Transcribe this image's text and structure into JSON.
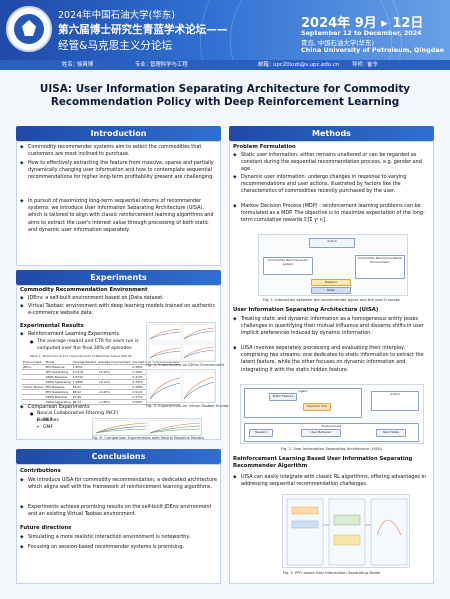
{
  "header": {
    "line1": "2024年中国石油大学(华东)",
    "line2": "第六届博士研究生青蓝学术论坛——",
    "line3": "经管&马克思主义分论坛",
    "date_main": "2024年 9月 ▸ 12日",
    "date_en": "September 12 to December, 2024",
    "venue_cn": "青岛, 中国石油大学(华东)",
    "venue_en": "China University of Petroleum, Qingdao"
  },
  "info_bar": {
    "name_label": "姓名：",
    "name": "徐爽博",
    "major_label": "专业：",
    "major": "管理科学与工程",
    "email_label": "邮箱：",
    "email": "upc20xub@s.upc.edu.cn",
    "advisor_label": "导师：",
    "advisor": "崔令"
  },
  "title": {
    "line1": "UISA: User Information Separating Architecture for Commodity",
    "line2": "Recommendation Policy with Deep Reinforcement Learning"
  },
  "introduction": {
    "heading": "Introduction",
    "bullets": [
      "Commodity recommender systems aim to select the commodities that customers are most inclined to purchase.",
      "How to effectively extracting the feature from massive, sparse and partially dynamically changing user information and how to contemplate sequential recommendations for higher long-term profitability present are challenging.",
      "In pursuit of maximizing long-term sequential returns of recommender systems, we introduce User Information Separating Architecture (UISA), which is tailored to align with classic reinforcement learning algorithms and aims to extract the user's interest value through processing of both static and dynamic user information separately."
    ]
  },
  "experiments": {
    "heading": "Experiments",
    "env_title": "Commodity Recommendation Environment",
    "env_bullets": [
      "JDEnv: a self-built environment based on JData dataset.",
      "Virtual Taobao: environment with deep learning models trained on authentic e-commerce website data."
    ],
    "results_title": "Experimental Results",
    "results_bullets": [
      "Reinforcement Learning Experiments.",
      "Comparison Experiments"
    ],
    "results_sub": "The average reward and CTR for each run is computed over the final 30% of episodes",
    "comparison_sub": "Neural Collaborative Filtering (NCF) Baselines",
    "comparison_items": [
      "MLP",
      "GMF"
    ],
    "table_title": "Table 1. Performance and improvements of Baselines based with RL",
    "table_header": [
      "Environment",
      "Model",
      "Average Reward",
      "Average Improvement",
      "Average CTR",
      "CTR Improvement"
    ],
    "table_rows": [
      [
        "JDEnv",
        "PPO Baseline",
        "1.9051",
        "-",
        "0.3851",
        "-"
      ],
      [
        "",
        "PPO Separating",
        "2.0178",
        "+5.92%",
        "0.4062",
        "+5.48%"
      ],
      [
        "",
        "DDPG Baseline",
        "1.8744",
        "-",
        "0.3703",
        "-"
      ],
      [
        "",
        "DDPG Separating",
        "1.9890",
        "+6.11%",
        "0.3954",
        "+6.78%"
      ],
      [
        "Virtual Taobao",
        "PPO Baseline",
        "64.05",
        "-",
        "0.4860",
        "-"
      ],
      [
        "",
        "PPO Separating",
        "68.02",
        "+6.20%",
        "0.5121",
        "+5.37%"
      ],
      [
        "",
        "DDPG Baseline",
        "61.88",
        "-",
        "0.4710",
        "-"
      ],
      [
        "",
        "DDPG Separating",
        "66.74",
        "+7.85%",
        "0.5007",
        "+6.31%"
      ]
    ],
    "fig4_cap": "Fig. 4. Experiments on JDEnv Environment",
    "fig5_cap": "Fig. 5. Experiments on Virtual Taobao Environment",
    "fig6_cap": "Fig. 6. Comparison Experiments with Neural Baseline Models"
  },
  "conclusions": {
    "heading": "Conclusions",
    "contrib_title": "Contributions",
    "contrib_bullets": [
      "We introduce UISA for commodity recommendation, a dedicated architecture which aligns well with the framework of reinforcement learning algorithms.",
      "Experiments achieve promising results on the self-built JDEnv environment and an existing Virtual Taobao environment."
    ],
    "future_title": "Future directions",
    "future_bullets": [
      "Simulating a more realistic interaction environment is noteworthy.",
      "Focusing on session-based recommender systems is promising."
    ]
  },
  "methods": {
    "heading": "Methods",
    "problem_title": "Problem Formulation",
    "problem_bullets": [
      "Static user information: either remains unaltered or can be regarded as constant during the sequential recommendation process, e.g. gender and age.",
      "Dynamic user information: undergo changes in response to varying recommendations and user actions, illustrated by factors like the characteristics of commodities recently purchased by the user.",
      "Markov Decision Process (MDP) : reinforcement learning problems can be formulated as a MDP. The objective is to maximize expectation of the long-term cumulative rewards 𝔼[Σ γᵗ rₜ]."
    ],
    "fig1_cap": "Fig. 1. Interaction between the recommender agent and the user it serves",
    "fig1_nodes": [
      "Commodity Recommender system",
      "Commodity Recommendation Environment",
      "Action",
      "Reward",
      "State"
    ],
    "uisa_title": "User Information Separating Architecture (UISA)",
    "uisa_bullets": [
      "Treating static and dynamic information as a homogeneous entity poses challenges in quantifying their mutual influence and discerns shifts in user implicit preferences induced by dynamic information.",
      "UISA involves separately processing and evaluating their interplay, comprising two streams: one dedicates to static information to extract the latent feature, while the other focuses on dynamic information and integrating it with the static hidden feature."
    ],
    "fig2_cap": "Fig. 2. User Information Separating Architecture (UISA)",
    "fig2_nodes": [
      "Agent",
      "Static Feature",
      "Dynamic Info",
      "Environment",
      "User Behavior",
      "Reward",
      "Next State",
      "Action"
    ],
    "rl_title": "Reinforcement Learning Based User Information Separating Recommender Algorithm",
    "rl_bullets": [
      "UISA can easily integrate with classic RL algorithms, offering advantages in addressing sequential recommendation challenges."
    ],
    "fig3_cap": "Fig. 3. PPO based User Information Separating Model"
  }
}
